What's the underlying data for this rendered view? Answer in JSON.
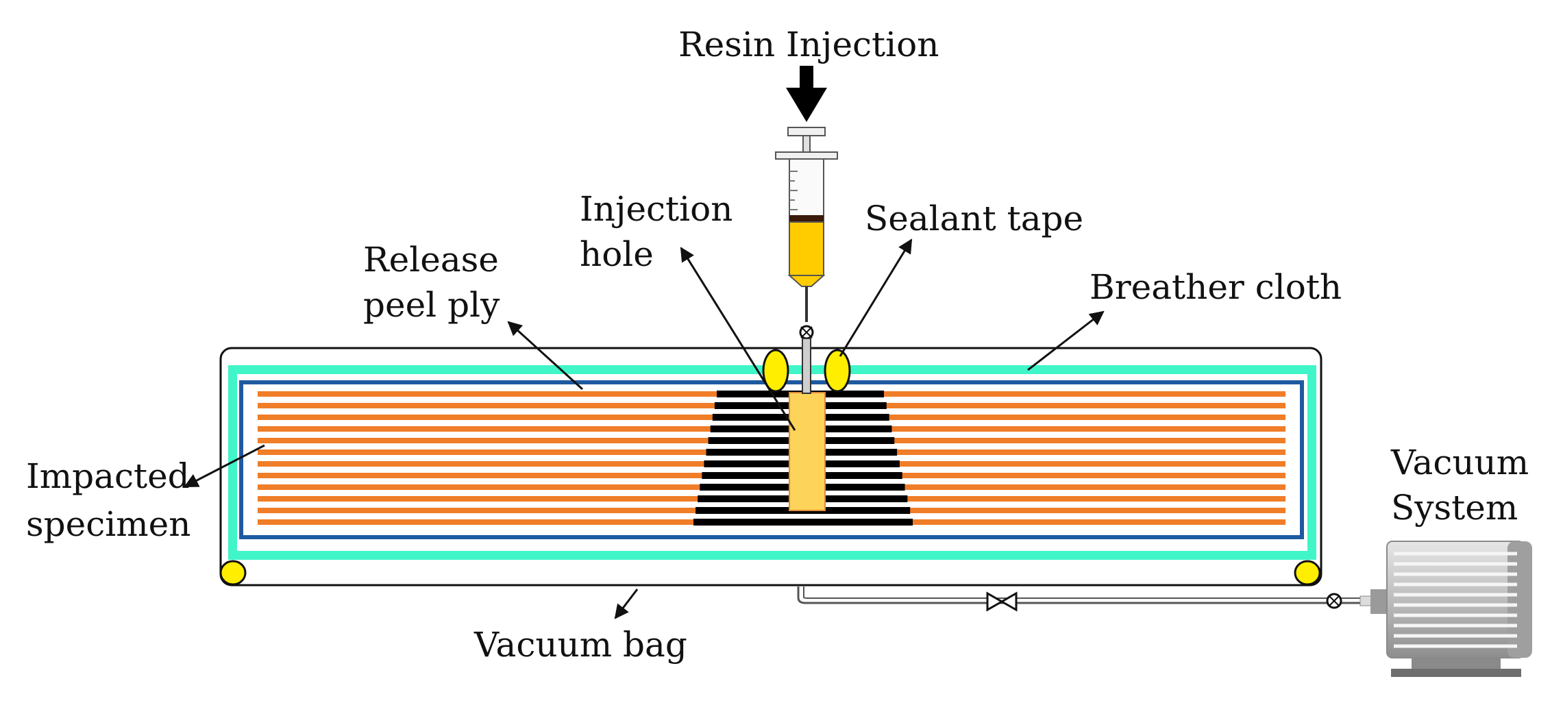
{
  "labels": {
    "resin_injection": "Resin Injection",
    "injection_hole_line1": "Injection",
    "injection_hole_line2": "hole",
    "sealant_tape": "Sealant tape",
    "release_peel_ply_line1": "Release",
    "release_peel_ply_line2": "peel ply",
    "breather_cloth": "Breather cloth",
    "impacted_specimen_line1": "Impacted",
    "impacted_specimen_line2": "specimen",
    "vacuum_system_line1": "Vacuum",
    "vacuum_system_line2": "System",
    "vacuum_bag": "Vacuum bag"
  },
  "colors": {
    "breather_cloth": "#40f5c8",
    "release_peel_ply": "#1e5aa0",
    "specimen_layers": "#f07d28",
    "damaged_layers": "#000000",
    "resin": "#ffcc00",
    "injection_hole": "#fdd35a",
    "sealant_tape": "#ffee00",
    "vacuum_pump": "#b8b8b8"
  },
  "specimen": {
    "layer_count": 12
  }
}
